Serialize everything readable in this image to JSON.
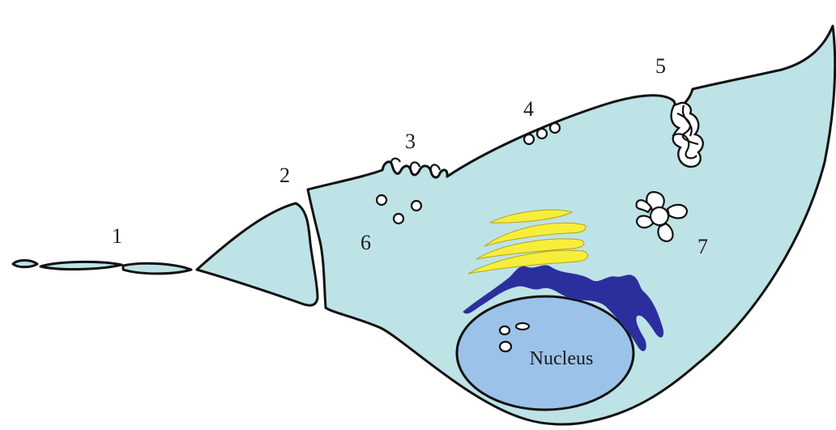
{
  "labels": {
    "l1": "1",
    "l2": "2",
    "l3": "3",
    "l4": "4",
    "l5": "5",
    "l6": "6",
    "l7": "7",
    "nucleus": "Nucleus"
  },
  "colors": {
    "cytoplasm": "#bde3e6",
    "outline": "#111111",
    "nucleus_fill": "#9bc3e9",
    "golgi_yellow": "#f7ee3c",
    "er_blue": "#2b2f9e",
    "background": "#ffffff"
  }
}
